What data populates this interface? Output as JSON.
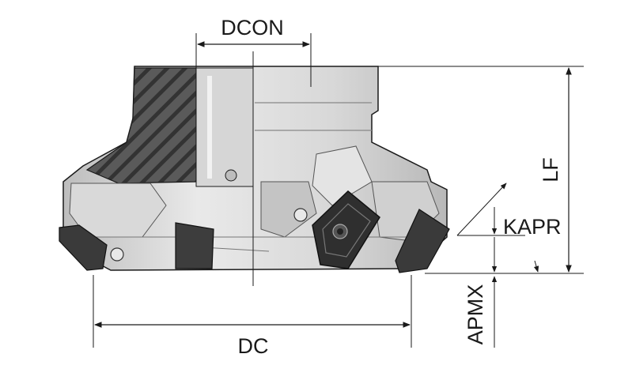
{
  "labels": {
    "dcon": "DCON",
    "lf": "LF",
    "kapr": "KAPR",
    "apmx": "APMX",
    "dc": "DC"
  },
  "colors": {
    "body_light": "#e3e3e3",
    "body_mid": "#c9c9c9",
    "body_dark": "#8e8e8e",
    "hatch": "#4f4f4f",
    "insert": "#3a3a3a",
    "line": "#1a1a1a"
  }
}
